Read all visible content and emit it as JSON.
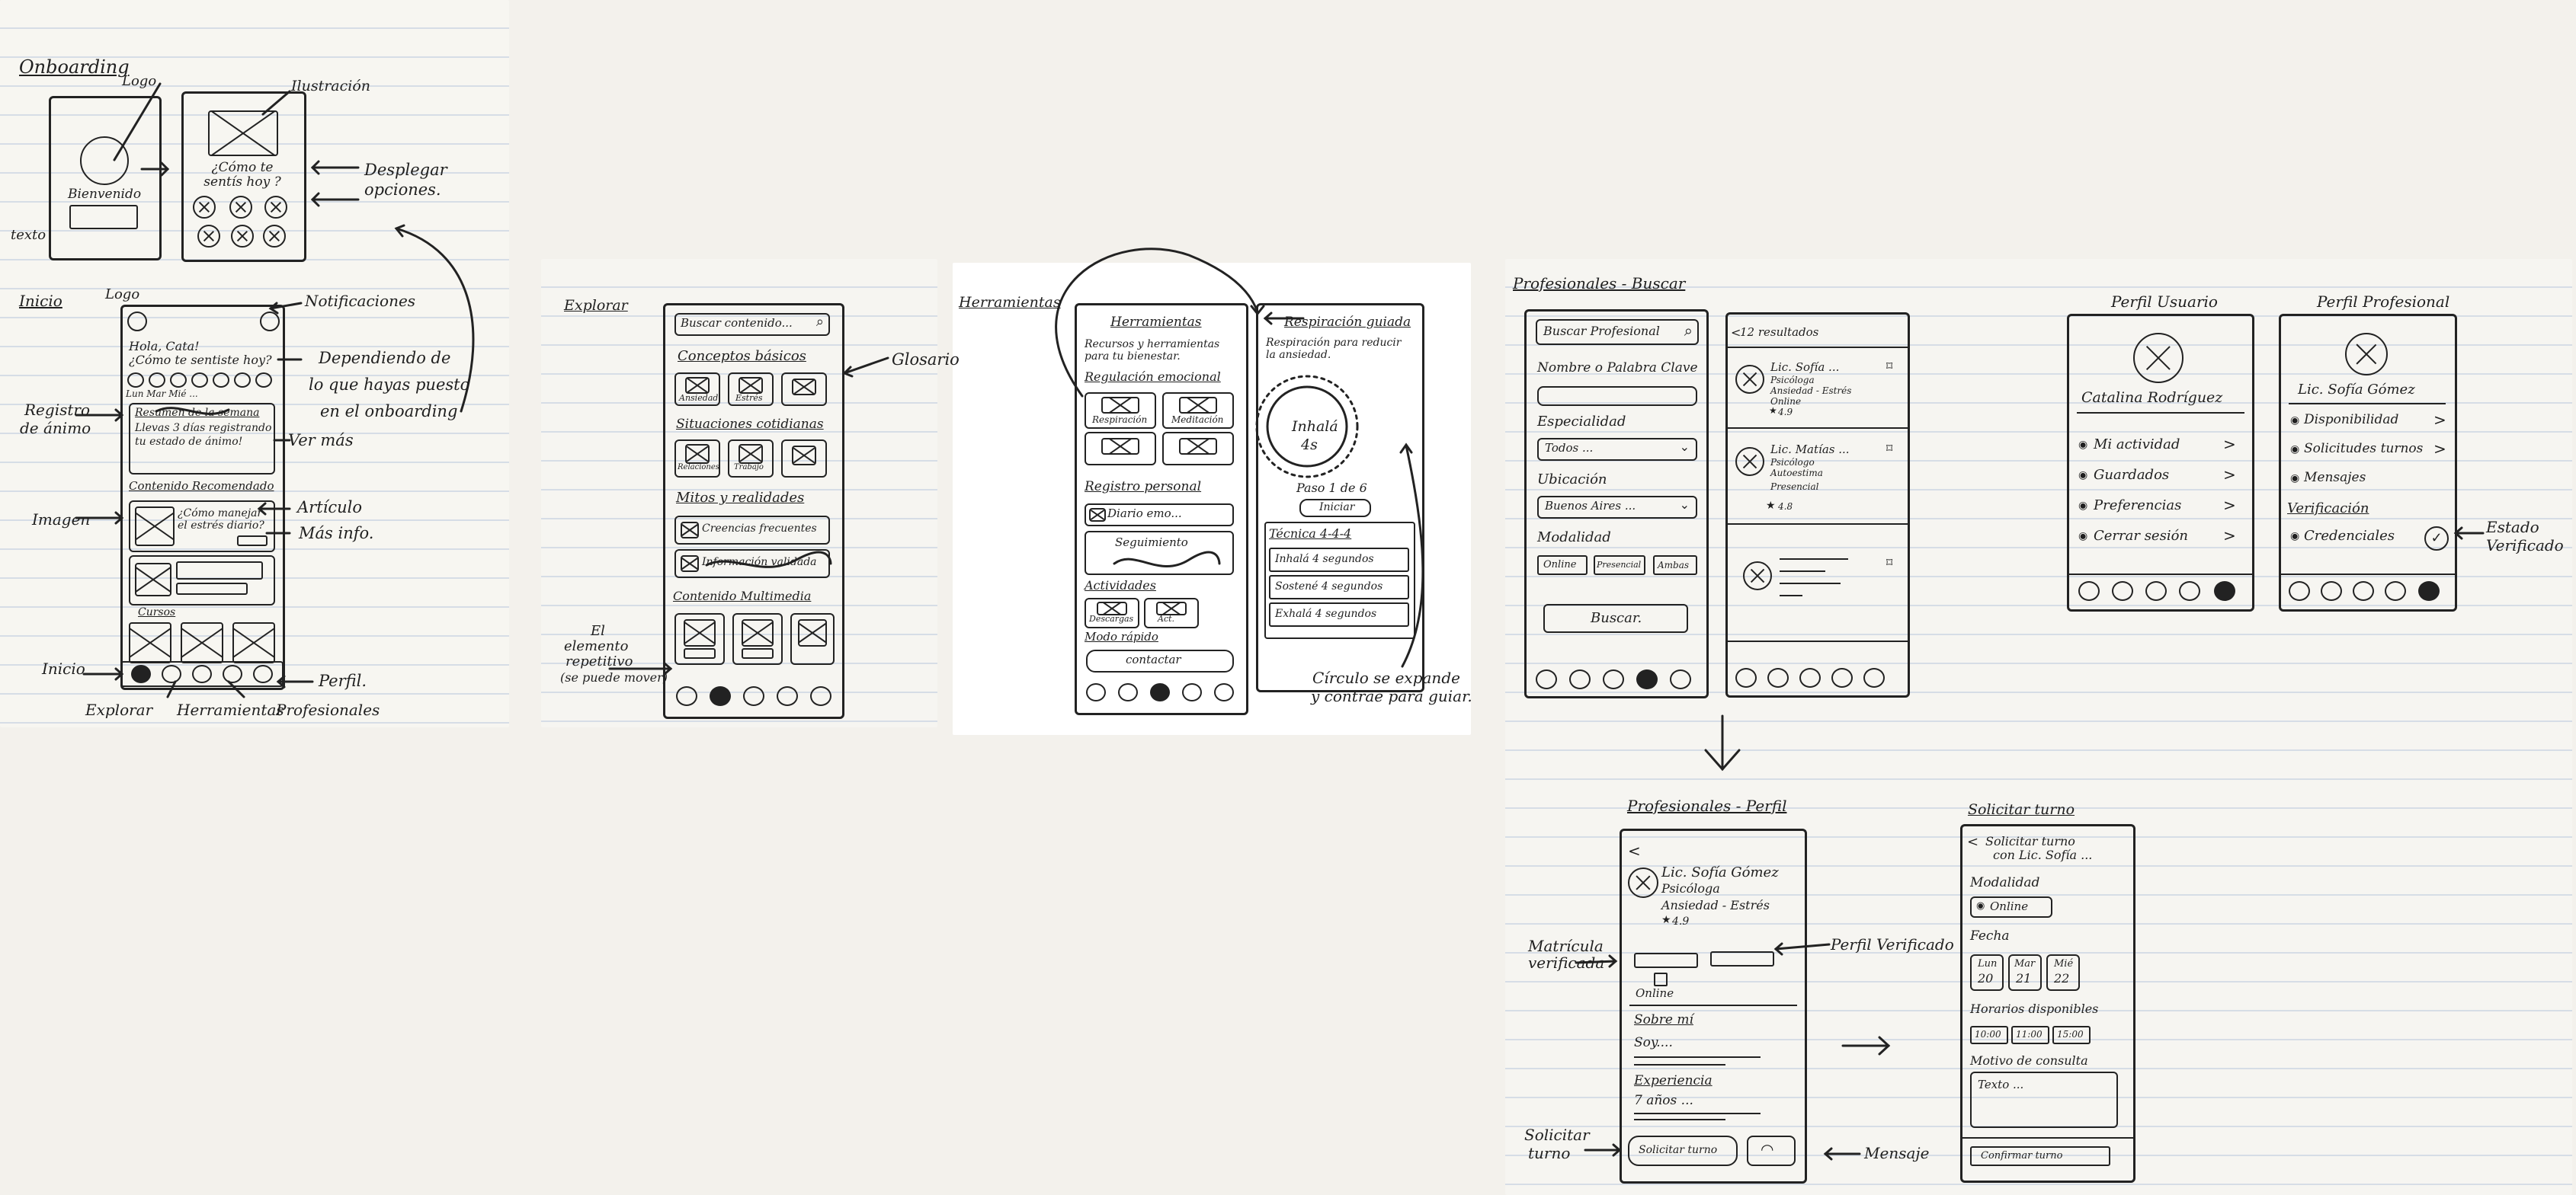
{
  "onboarding": {
    "section": "Onboarding",
    "labels": {
      "logo": "Logo",
      "ilustracion": "Ilustración",
      "texto": "texto",
      "desplegar": "Desplegar opciones."
    },
    "screen1": {
      "welcome": "Bienvenido"
    },
    "screen2": {
      "question": "¿Cómo te sentís hoy ?"
    }
  },
  "inicio": {
    "section": "Inicio",
    "labels": {
      "logo": "Logo",
      "notificaciones": "Notificaciones",
      "depende": [
        "Dependiendo de",
        "lo que hayas puesto",
        "en el onboarding"
      ],
      "registro": [
        "Registro",
        "de ánimo"
      ],
      "ver_mas": "Ver más",
      "imagen": "Imagen",
      "articulo": "Artículo",
      "mas_info": "Más info.",
      "inicio": "Inicio",
      "perfil": "Perfil.",
      "explorar": "Explorar",
      "herramientas": "Herramientas",
      "profesionales": "Profesionales"
    },
    "screen": {
      "greeting": [
        "Hola, Cata!",
        "¿Cómo te sentiste hoy?"
      ],
      "days": "Lun Mar Mié ...",
      "summary": [
        "Resumen de la semana",
        "Llevas 3 días registrando",
        "tu estado de ánimo!"
      ],
      "recomendado": "Contenido Recomendado",
      "article": [
        "¿Cómo manejar",
        "el estrés diario?"
      ],
      "cursos": "Cursos"
    }
  },
  "explorar": {
    "section": "Explorar",
    "labels": {
      "glosario": "Glosario",
      "el_elemento": [
        "El",
        "elemento",
        "repetitivo",
        "(se puede mover)"
      ]
    },
    "screen": {
      "search": "Buscar contenido...",
      "conceptos": "Conceptos básicos",
      "concept_items": [
        "Ansiedad",
        "Estrés",
        ""
      ],
      "situaciones": "Situaciones cotidianas",
      "situation_items": [
        "Relaciones",
        "Trabajo",
        ""
      ],
      "mitos": "Mitos y realidades",
      "mitos_items": [
        "Creencias frecuentes",
        "Información validada"
      ],
      "multimedia": "Contenido Multimedia"
    }
  },
  "herramientas": {
    "section": "Herramientas",
    "labels": {
      "circulo": [
        "Círculo se expande",
        "y contrae para guiar."
      ]
    },
    "screen1": {
      "title": "Herramientas",
      "subtitle": [
        "Recursos y herramientas",
        "para tu bienestar."
      ],
      "regulacion": "Regulación emocional",
      "reg_items": [
        "Respiración",
        "Meditación"
      ],
      "registro": "Registro personal",
      "diario": "Diario emo...",
      "seguimiento": "Seguimiento",
      "actividades": "Actividades",
      "act_items": [
        "Descargas",
        "Act."
      ],
      "modo": "Modo rápido",
      "contactar": "contactar"
    },
    "screen2": {
      "title": "Respiración guiada",
      "subtitle": [
        "Respiración para reducir",
        "la ansiedad."
      ],
      "inhala": "Inhalá",
      "seconds": "4s",
      "paso": "Paso 1 de 6",
      "iniciar": "Iniciar",
      "tecnica": "Técnica 4-4-4",
      "steps": [
        "Inhalá  4 segundos",
        "Sostené  4 segundos",
        "Exhalá  4 segundos"
      ]
    }
  },
  "profesionales": {
    "section": "Profesionales - Buscar",
    "search_screen": {
      "search": "Buscar Profesional",
      "nombre": "Nombre o Palabra Clave",
      "especialidad": "Especialidad",
      "todos": "Todos ...",
      "ubicacion": "Ubicación",
      "ciudad": "Buenos Aires ...",
      "modalidad": "Modalidad",
      "chips": [
        "Online",
        "Presencial",
        "Ambas"
      ],
      "buscar": "Buscar."
    },
    "results_screen": {
      "count": "12 resultados",
      "r1": [
        "Lic. Sofía ...",
        "Psicóloga",
        "Ansiedad - Estrés",
        "Online",
        "4.9"
      ],
      "r2": [
        "Lic. Matías ...",
        "Psicólogo",
        "Autoestima",
        "Presencial",
        "4.8"
      ]
    }
  },
  "perfil_usuario": {
    "title": "Perfil Usuario",
    "name": "Catalina Rodríguez",
    "items": [
      "Mi actividad",
      "Guardados",
      "Preferencias",
      "Cerrar sesión"
    ]
  },
  "perfil_profesional": {
    "title": "Perfil Profesional",
    "name": "Lic. Sofía Gómez",
    "items": [
      "Disponibilidad",
      "Solicitudes turnos",
      "Mensajes"
    ],
    "verificacion": "Verificación",
    "credenciales": "Credenciales",
    "estado": [
      "Estado",
      "Verificado"
    ]
  },
  "prof_perfil": {
    "section": "Profesionales - Perfil",
    "labels": {
      "matricula": [
        "Matrícula",
        "verificada"
      ],
      "perfil_verificado": "Perfil Verificado",
      "solicitar": [
        "Solicitar",
        "turno"
      ],
      "mensaje": "Mensaje"
    },
    "screen": {
      "name": [
        "Lic. Sofía Gómez",
        "Psicóloga",
        "Ansiedad - Estrés",
        "4.9"
      ],
      "online": "Online",
      "sobre": "Sobre mí",
      "soy": "Soy....",
      "experiencia": "Experiencia",
      "anos": "7 años ...",
      "solicitar_btn": "Solicitar turno"
    }
  },
  "solicitar_turno": {
    "section": "Solicitar turno",
    "screen": {
      "title": [
        "Solicitar turno",
        "con Lic. Sofía ..."
      ],
      "modalidad": "Modalidad",
      "online": "Online",
      "fecha": "Fecha",
      "dates": [
        [
          "Lun",
          "20"
        ],
        [
          "Mar",
          "21"
        ],
        [
          "Mié",
          "22"
        ]
      ],
      "horarios": "Horarios disponibles",
      "times": [
        "10:00",
        "11:00",
        "15:00"
      ],
      "motivo": "Motivo de consulta",
      "texto": "Texto ...",
      "confirmar": "Confirmar turno"
    }
  }
}
